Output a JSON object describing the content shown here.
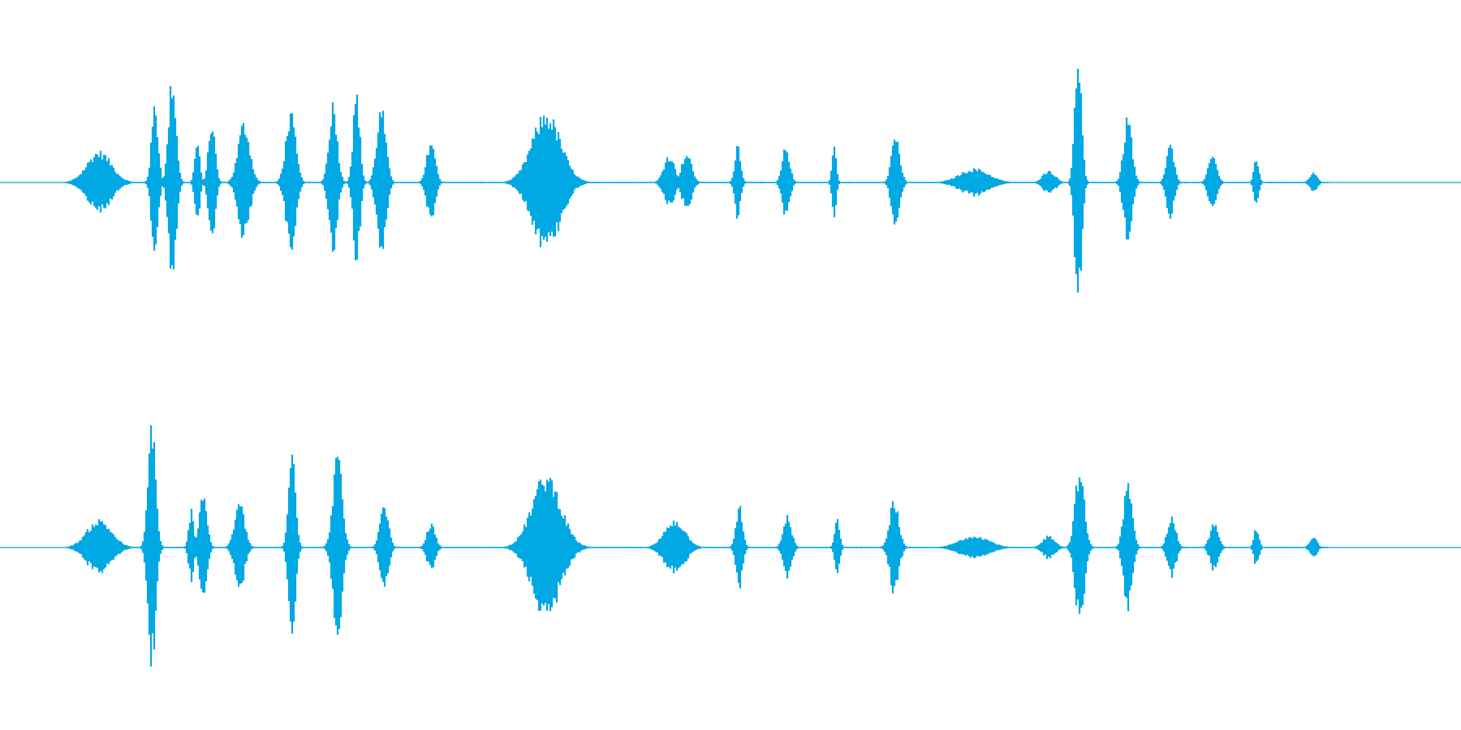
{
  "waveform": {
    "color": "#00a8e4",
    "channel_count": 2,
    "channels": [
      {
        "name": "",
        "bursts": [
          {
            "t": 0.068,
            "w": 0.03,
            "a": 0.18
          },
          {
            "t": 0.106,
            "w": 0.008,
            "a": 0.45
          },
          {
            "t": 0.118,
            "w": 0.009,
            "a": 0.62
          },
          {
            "t": 0.135,
            "w": 0.006,
            "a": 0.24
          },
          {
            "t": 0.145,
            "w": 0.008,
            "a": 0.36
          },
          {
            "t": 0.167,
            "w": 0.014,
            "a": 0.35
          },
          {
            "t": 0.199,
            "w": 0.012,
            "a": 0.4
          },
          {
            "t": 0.228,
            "w": 0.01,
            "a": 0.46
          },
          {
            "t": 0.244,
            "w": 0.008,
            "a": 0.52
          },
          {
            "t": 0.261,
            "w": 0.011,
            "a": 0.43
          },
          {
            "t": 0.295,
            "w": 0.01,
            "a": 0.25
          },
          {
            "t": 0.374,
            "w": 0.035,
            "a": 0.4
          },
          {
            "t": 0.458,
            "w": 0.013,
            "a": 0.16
          },
          {
            "t": 0.47,
            "w": 0.012,
            "a": 0.17
          },
          {
            "t": 0.505,
            "w": 0.007,
            "a": 0.23
          },
          {
            "t": 0.538,
            "w": 0.009,
            "a": 0.21
          },
          {
            "t": 0.571,
            "w": 0.005,
            "a": 0.22
          },
          {
            "t": 0.613,
            "w": 0.01,
            "a": 0.28
          },
          {
            "t": 0.667,
            "w": 0.036,
            "a": 0.08
          },
          {
            "t": 0.718,
            "w": 0.015,
            "a": 0.07
          },
          {
            "t": 0.738,
            "w": 0.008,
            "a": 0.78
          },
          {
            "t": 0.772,
            "w": 0.01,
            "a": 0.38
          },
          {
            "t": 0.801,
            "w": 0.009,
            "a": 0.22
          },
          {
            "t": 0.83,
            "w": 0.01,
            "a": 0.16
          },
          {
            "t": 0.86,
            "w": 0.006,
            "a": 0.14
          },
          {
            "t": 0.899,
            "w": 0.009,
            "a": 0.06
          }
        ]
      },
      {
        "name": "",
        "bursts": [
          {
            "t": 0.068,
            "w": 0.03,
            "a": 0.16
          },
          {
            "t": 0.104,
            "w": 0.009,
            "a": 0.75
          },
          {
            "t": 0.131,
            "w": 0.006,
            "a": 0.22
          },
          {
            "t": 0.139,
            "w": 0.009,
            "a": 0.34
          },
          {
            "t": 0.164,
            "w": 0.012,
            "a": 0.26
          },
          {
            "t": 0.2,
            "w": 0.008,
            "a": 0.66
          },
          {
            "t": 0.231,
            "w": 0.011,
            "a": 0.54
          },
          {
            "t": 0.263,
            "w": 0.01,
            "a": 0.25
          },
          {
            "t": 0.295,
            "w": 0.01,
            "a": 0.14
          },
          {
            "t": 0.374,
            "w": 0.035,
            "a": 0.42
          },
          {
            "t": 0.462,
            "w": 0.025,
            "a": 0.16
          },
          {
            "t": 0.506,
            "w": 0.008,
            "a": 0.24
          },
          {
            "t": 0.539,
            "w": 0.01,
            "a": 0.18
          },
          {
            "t": 0.573,
            "w": 0.006,
            "a": 0.17
          },
          {
            "t": 0.612,
            "w": 0.011,
            "a": 0.28
          },
          {
            "t": 0.667,
            "w": 0.036,
            "a": 0.07
          },
          {
            "t": 0.718,
            "w": 0.015,
            "a": 0.07
          },
          {
            "t": 0.739,
            "w": 0.011,
            "a": 0.46
          },
          {
            "t": 0.772,
            "w": 0.01,
            "a": 0.38
          },
          {
            "t": 0.802,
            "w": 0.01,
            "a": 0.18
          },
          {
            "t": 0.831,
            "w": 0.01,
            "a": 0.14
          },
          {
            "t": 0.86,
            "w": 0.006,
            "a": 0.12
          },
          {
            "t": 0.899,
            "w": 0.009,
            "a": 0.06
          }
        ]
      }
    ]
  }
}
